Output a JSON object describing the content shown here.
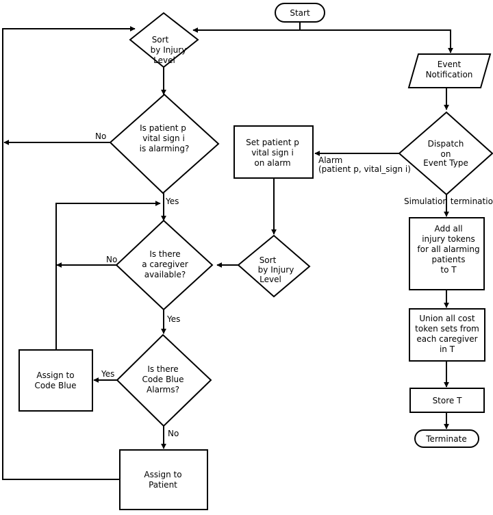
{
  "nodes": {
    "start": [
      "Start"
    ],
    "sort_top": [
      "Sort",
      "by Injury",
      "Level"
    ],
    "event_notification": [
      "Event",
      "Notification"
    ],
    "is_alarming": [
      "Is patient p",
      "vital sign i",
      "is alarming?"
    ],
    "set_alarm": [
      "Set patient p",
      "vital sign i",
      "on alarm"
    ],
    "dispatch": [
      "Dispatch",
      "on",
      "Event Type"
    ],
    "caregiver_available": [
      "Is there",
      "a caregiver",
      "available?"
    ],
    "sort_mid": [
      "Sort",
      "by Injury",
      "Level"
    ],
    "add_tokens": [
      "Add all",
      "injury tokens",
      "for all alarming",
      "patients",
      "to T"
    ],
    "union_sets": [
      "Union all cost",
      "token sets from",
      "each caregiver",
      "in T"
    ],
    "code_blue_alarms": [
      "Is there",
      "Code Blue",
      "Alarms?"
    ],
    "assign_code_blue": [
      "Assign to",
      "Code Blue"
    ],
    "store_t": [
      "Store T"
    ],
    "terminate": [
      "Terminate"
    ],
    "assign_patient": [
      "Assign to",
      "Patient"
    ]
  },
  "edge_labels": {
    "alarming_no": "No",
    "alarming_yes": "Yes",
    "alarm_line1": "Alarm",
    "alarm_line2": "(patient p, vital_sign i)",
    "sim_termination": "Simulation termination",
    "caregiver_no": "No",
    "caregiver_yes": "Yes",
    "codeblue_yes": "Yes",
    "codeblue_no": "No"
  }
}
